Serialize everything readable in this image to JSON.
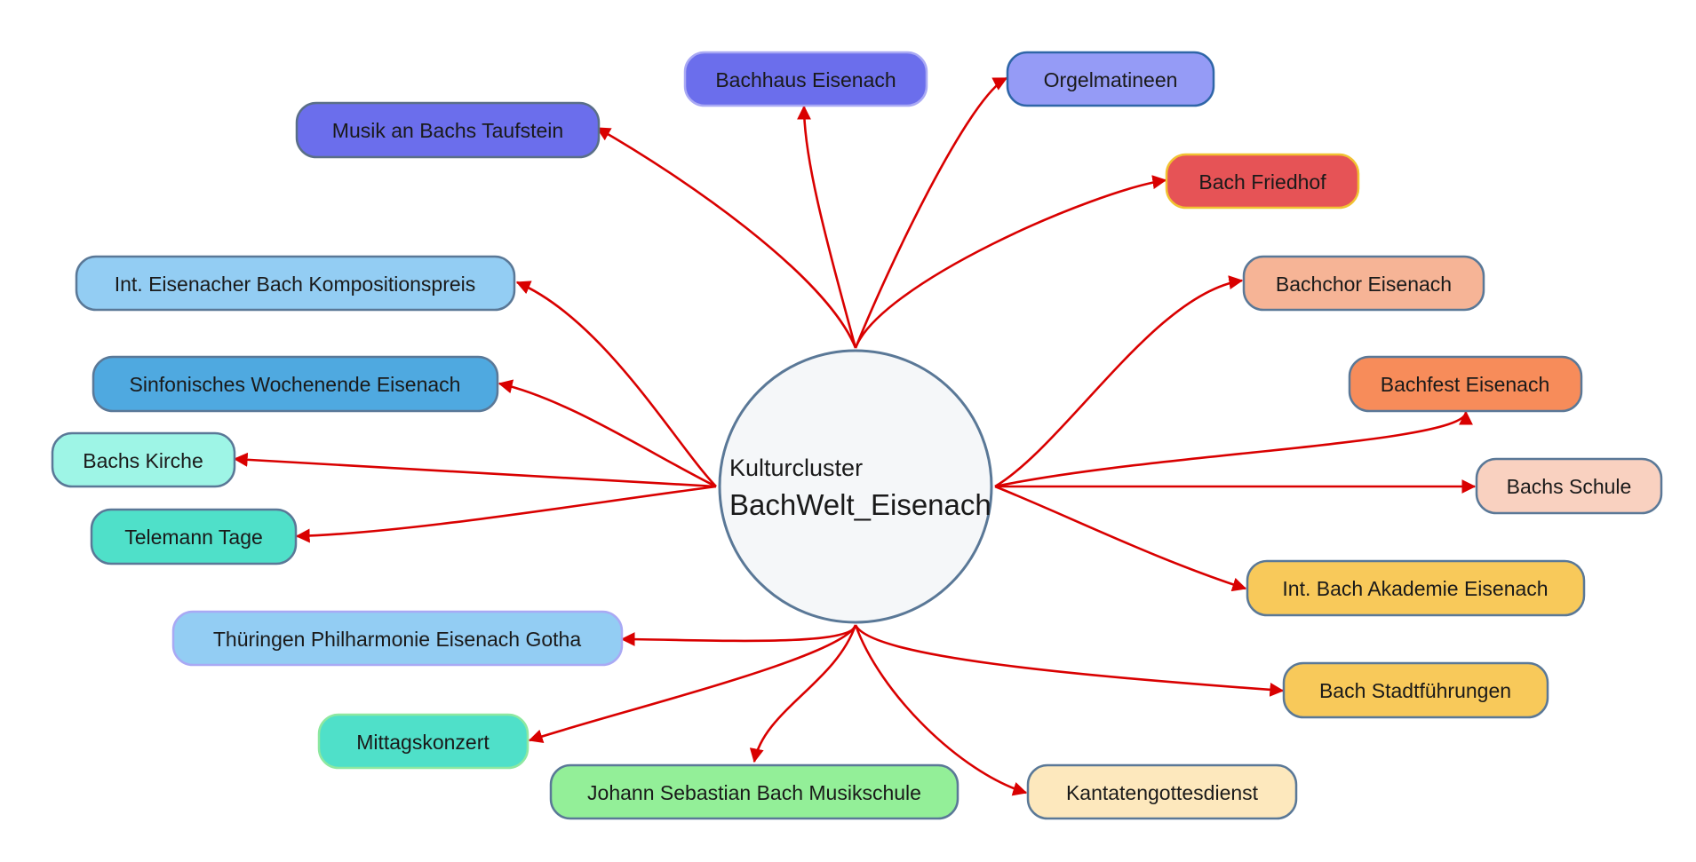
{
  "center": {
    "line1": "Kulturcluster",
    "line2": "BachWelt_Eisenach"
  },
  "colors": {
    "edge": "#d90000",
    "center_fill": "#f5f7f9",
    "center_stroke": "#5a7897"
  },
  "nodes": [
    {
      "id": "bachhaus",
      "label": "Bachhaus Eisenach",
      "fill": "#6b6eec",
      "stroke": "#a9a9f4"
    },
    {
      "id": "orgel",
      "label": "Orgelmatineen",
      "fill": "#959bf6",
      "stroke": "#2f66a8"
    },
    {
      "id": "taufstein",
      "label": "Musik an Bachs Taufstein",
      "fill": "#6b6eec",
      "stroke": "#5a6f87"
    },
    {
      "id": "friedhof",
      "label": "Bach Friedhof",
      "fill": "#e65356",
      "stroke": "#f1c232"
    },
    {
      "id": "kompositionspreis",
      "label": "Int. Eisenacher Bach Kompositionspreis",
      "fill": "#93cdf3",
      "stroke": "#5a7897"
    },
    {
      "id": "bachchor",
      "label": "Bachchor Eisenach",
      "fill": "#f6b496",
      "stroke": "#5a7897"
    },
    {
      "id": "sinfonisch",
      "label": "Sinfonisches Wochenende Eisenach",
      "fill": "#4fa9e0",
      "stroke": "#5a7897"
    },
    {
      "id": "bachfest",
      "label": "Bachfest Eisenach",
      "fill": "#f78c5a",
      "stroke": "#5a7897"
    },
    {
      "id": "kirche",
      "label": "Bachs Kirche",
      "fill": "#9ef5e6",
      "stroke": "#5a7897"
    },
    {
      "id": "schule",
      "label": "Bachs Schule",
      "fill": "#f9d1c0",
      "stroke": "#5a7897"
    },
    {
      "id": "telemann",
      "label": "Telemann Tage",
      "fill": "#4fe0c9",
      "stroke": "#5a7897"
    },
    {
      "id": "akademie",
      "label": "Int. Bach Akademie Eisenach",
      "fill": "#f8c95a",
      "stroke": "#5a7897"
    },
    {
      "id": "philharmonie",
      "label": "Thüringen Philharmonie Eisenach Gotha",
      "fill": "#93cdf3",
      "stroke": "#a9a9f4"
    },
    {
      "id": "stadtfuehrungen",
      "label": "Bach Stadtführungen",
      "fill": "#f8c95a",
      "stroke": "#5a7897"
    },
    {
      "id": "mittag",
      "label": "Mittagskonzert",
      "fill": "#4fe0c9",
      "stroke": "#8ee8a0"
    },
    {
      "id": "musikschule",
      "label": "Johann Sebastian Bach Musikschule",
      "fill": "#93ef98",
      "stroke": "#5a7897"
    },
    {
      "id": "kantaten",
      "label": "Kantatengottesdienst",
      "fill": "#fde8bd",
      "stroke": "#5a7897"
    }
  ]
}
